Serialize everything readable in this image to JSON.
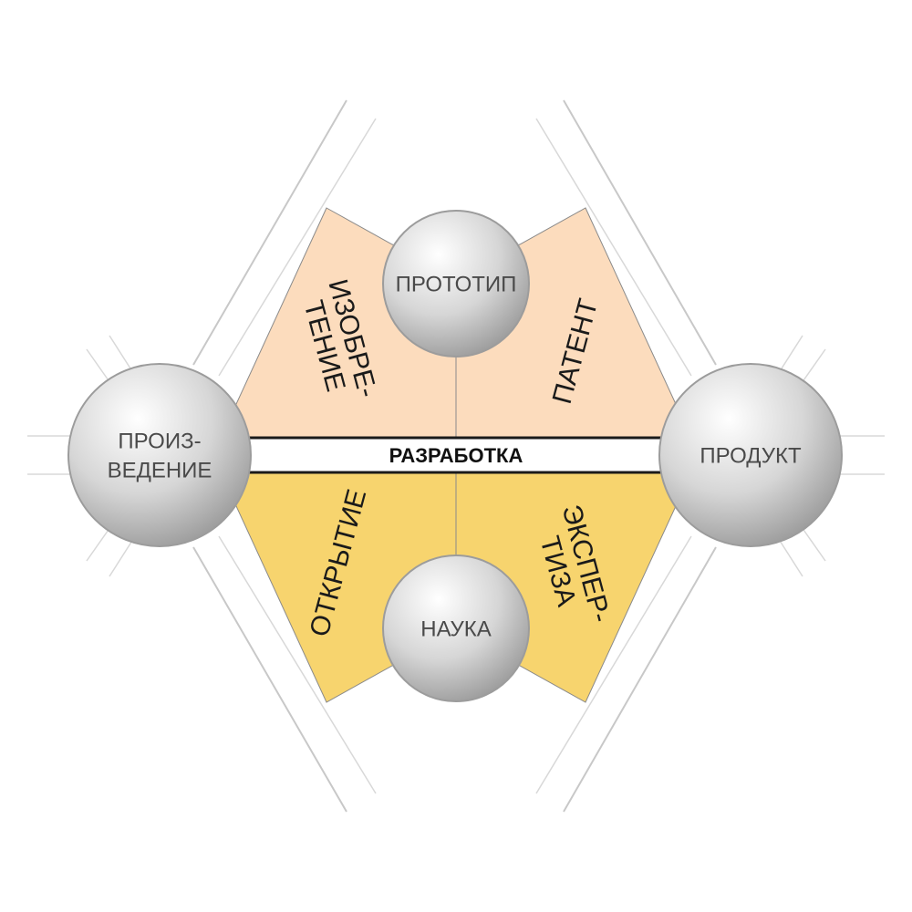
{
  "colors": {
    "upper_panel": "#fcdcbd",
    "lower_panel": "#f7d46e",
    "panel_stroke": "#8a8a8a",
    "bar_stroke": "#1a1a1a",
    "sphere_light": "#ffffff",
    "sphere_mid": "#d6d6d6",
    "sphere_dark": "#9a9a9a",
    "sphere_stroke": "#9c9c9c"
  },
  "nodes": {
    "left": {
      "lines": [
        "ПРОИЗ-",
        "ВЕДЕНИЕ"
      ]
    },
    "right": {
      "lines": [
        "ПРОДУКТ"
      ]
    },
    "top": {
      "lines": [
        "ПРОТОТИП"
      ]
    },
    "bottom": {
      "lines": [
        "НАУКА"
      ]
    }
  },
  "panels": {
    "upper_left": {
      "lines": [
        "ИЗОБРЕ-",
        "ТЕНИЕ"
      ]
    },
    "upper_right": {
      "lines": [
        "ПАТЕНТ"
      ]
    },
    "lower_left": {
      "lines": [
        "ОТКРЫТИЕ"
      ]
    },
    "lower_right": {
      "lines": [
        "ЭКСПЕР-",
        "ТИЗА"
      ]
    }
  },
  "bar": {
    "label": "РАЗРАБОТКА"
  }
}
